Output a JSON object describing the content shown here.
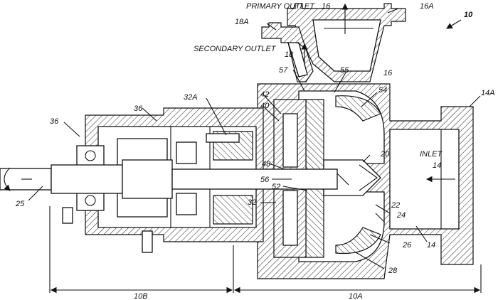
{
  "labels": {
    "primary_outlet": "PRIMARY OUTLET",
    "n16_top": "16",
    "n16a": "16A",
    "n10": "10",
    "n18a": "18A",
    "secondary_outlet": "SECONDARY OUTLET",
    "n18": "18",
    "n57": "57",
    "n55": "55",
    "n16_mid": "16",
    "n54": "54",
    "n14a": "14A",
    "n32a": "32A",
    "n42": "42",
    "n40": "40",
    "n36_top": "36",
    "n36_left": "36",
    "n20": "20",
    "inlet": "INLET",
    "n14_inlet": "14",
    "n48": "48",
    "n56": "56",
    "n52": "52",
    "n25": "25",
    "n32": "32",
    "n22": "22",
    "n24": "24",
    "n14_bottom": "14",
    "n26": "26",
    "n28": "28",
    "n10b": "10B",
    "n10a": "10A"
  }
}
